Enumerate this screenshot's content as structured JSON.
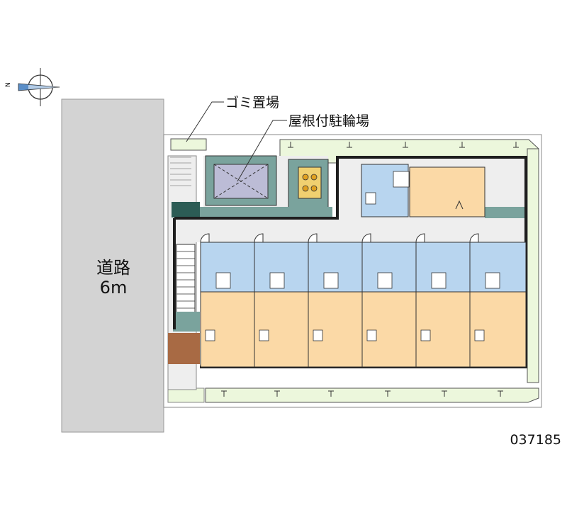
{
  "labels": {
    "garbage": "ゴミ置場",
    "bicycle": "屋根付駐輪場",
    "road_name": "道路",
    "road_width": "6m",
    "map_code": "037185",
    "north": "N"
  },
  "colors": {
    "road": "#d3d3d3",
    "site": "#ffffff",
    "planting": "#ecf7dc",
    "building": "#eeeeee",
    "wall": "#1e1e1e",
    "water_area": "#b8d5ef",
    "living_room": "#fbd9a6",
    "paving": "#7aa39d",
    "compass_arrow": "#5a8ec8"
  },
  "units": {
    "lower_row_count": 6,
    "upper_row_count": 1
  }
}
